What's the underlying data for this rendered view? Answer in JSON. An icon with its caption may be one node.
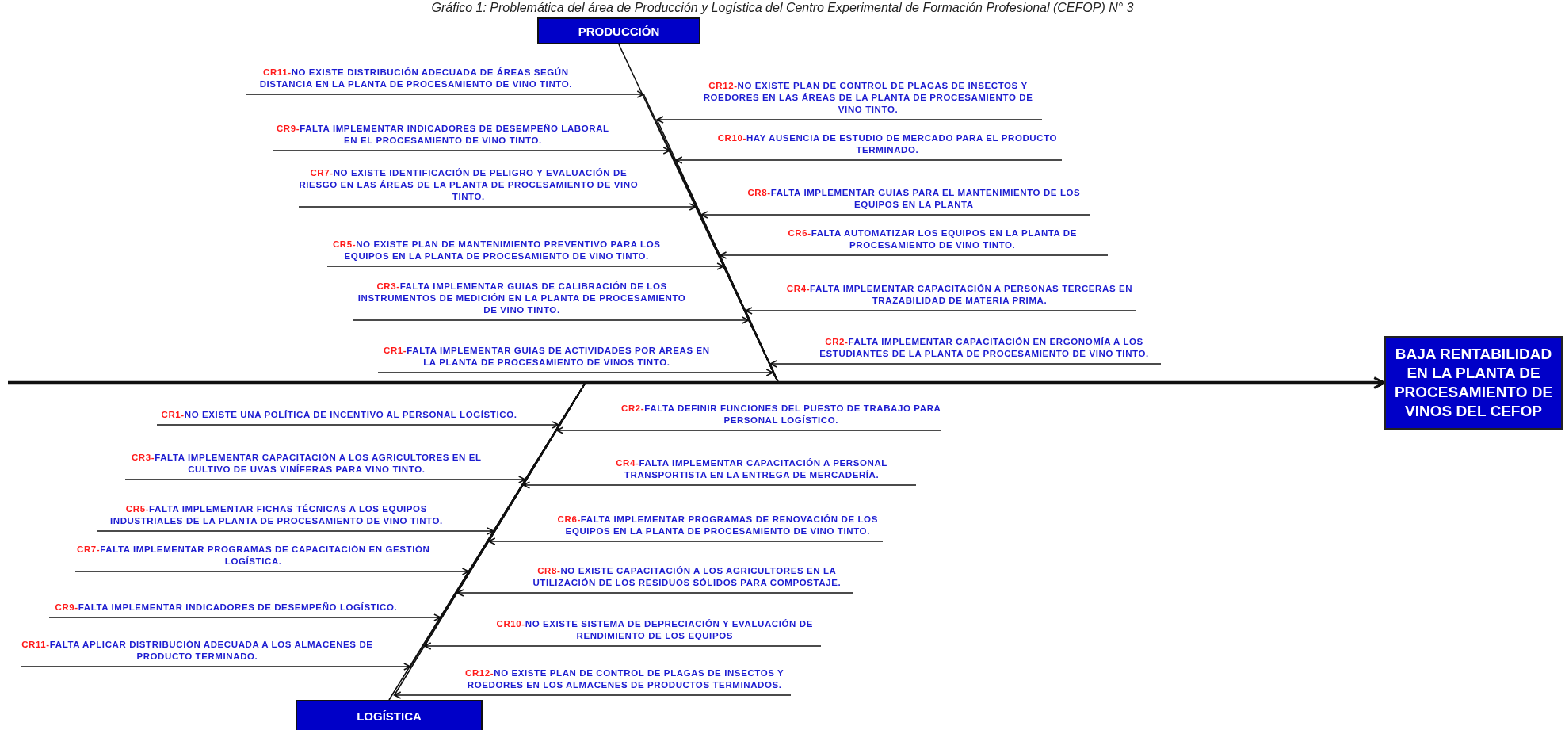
{
  "diagram": {
    "title": "Gráfico 1: Problemática del área de Producción y Logística del Centro Experimental de Formación Profesional (CEFOP) N° 3",
    "nodes": [
      {
        "text": [
          "PRODUCCIÓN"
        ]
      },
      {
        "text": [
          "CR11-NO EXISTE DISTRIBUCIÓN ADECUADA DE ÁREAS SEGÚN DISTANCIA EN LA PLANTA DE PROCESAMIENTO DE VINO TINTO."
        ]
      },
      {
        "text": [
          "CR9-FALTA IMPLEMENTAR INDICADORES DE DESEMPEÑO LABORAL EN EL PROCESAMIENTO DE VINO TINTO."
        ]
      },
      {
        "text": [
          "CR7-NO EXISTE IDENTIFICACIÓN DE PELIGRO Y EVALUACIÓN DE RIESGO EN LAS ÁREAS DE LA PLANTA DE PROCESAMIENTO DE VINO TINTO."
        ]
      },
      {
        "text": [
          "CR5-NO EXISTE PLAN DE MANTENIMIENTO PREVENTIVO PARA LOS EQUIPOS EN LA PLANTA DE PROCESAMIENTO DE VINO TINTO."
        ]
      },
      {
        "text": [
          "CR3-FALTA IMPLEMENTAR GUIAS DE CALIBRACIÓN DE LOS INSTRUMENTOS DE MEDICIÓN EN LA PLANTA DE PROCESAMIENTO DE VINO TINTO."
        ]
      },
      {
        "text": [
          "CR1-FALTA IMPLEMENTAR GUIAS DE ACTIVIDADES POR ÁREAS EN LA PLANTA DE PROCESAMIENTO DE VINOS TINTO."
        ]
      },
      {
        "text": [
          "CR12-NO EXISTE PLAN DE CONTROL DE PLAGAS DE INSECTOS Y ROEDORES EN LAS ÁREAS DE LA PLANTA DE PROCESAMIENTO DE VINO TINTO."
        ]
      },
      {
        "text": [
          "CR10-HAY AUSENCIA DE ESTUDIO DE MERCADO PARA EL PRODUCTO TERMINADO."
        ]
      },
      {
        "text": [
          "CR8-FALTA IMPLEMENTAR GUIAS PARA EL MANTENIMIENTO DE LOS EQUIPOS EN LA PLANTA"
        ]
      },
      {
        "text": [
          "CR6-FALTA AUTOMATIZAR LOS EQUIPOS EN LA PLANTA DE PROCESAMIENTO DE VINO TINTO."
        ]
      },
      {
        "text": [
          "CR4-FALTA IMPLEMENTAR CAPACITACIÓN A PERSONAS TERCERAS EN TRAZABILIDAD DE MATERIA PRIMA."
        ]
      },
      {
        "text": [
          "CR2-FALTA IMPLEMENTAR CAPACITACIÓN EN ERGONOMÍA A LOS ESTUDIANTES DE LA PLANTA DE PROCESAMIENTO DE VINO TINTO."
        ]
      },
      {
        "text": [
          "BAJA RENTABILIDAD EN LA PLANTA DE PROCESAMIENTO DE VINOS DEL CEFOP"
        ]
      },
      {
        "text": [
          "CR1-NO EXISTE UNA POLÍTICA DE INCENTIVO AL PERSONAL LOGÍSTICO."
        ]
      },
      {
        "text": [
          "CR3-FALTA IMPLEMENTAR CAPACITACIÓN A LOS AGRICULTORES EN EL CULTIVO DE UVAS VINÍFERAS PARA VINO TINTO."
        ]
      },
      {
        "text": [
          "CR5-FALTA IMPLEMENTAR FICHAS TÉCNICAS A LOS EQUIPOS INDUSTRIALES DE LA PLANTA DE PROCESAMIENTO DE VINO TINTO."
        ]
      },
      {
        "text": [
          "CR7-FALTA IMPLEMENTAR PROGRAMAS DE CAPACITACIÓN EN GESTIÓN LOGÍSTICA."
        ]
      },
      {
        "text": [
          "CR9-FALTA IMPLEMENTAR INDICADORES DE DESEMPEÑO LOGÍSTICO."
        ]
      },
      {
        "text": [
          "CR11-FALTA APLICAR DISTRIBUCIÓN ADECUADA A LOS ALMACENES DE PRODUCTO TERMINADO."
        ]
      },
      {
        "text": [
          "CR2-FALTA DEFINIR FUNCIONES DEL PUESTO DE TRABAJO PARA PERSONAL LOGÍSTICO."
        ]
      },
      {
        "text": [
          "CR4-FALTA IMPLEMENTAR CAPACITACIÓN A PERSONAL TRANSPORTISTA EN LA ENTREGA DE MERCADERÍA."
        ]
      },
      {
        "text": [
          "CR6-FALTA IMPLEMENTAR PROGRAMAS DE RENOVACIÓN DE LOS EQUIPOS EN LA PLANTA DE PROCESAMIENTO DE VINO TINTO."
        ]
      },
      {
        "text": [
          "CR8-NO EXISTE CAPACITACIÓN A LOS AGRICULTORES EN LA UTILIZACIÓN DE LOS RESIDUOS SÓLIDOS PARA COMPOSTAJE."
        ]
      },
      {
        "text": [
          "CR10-NO EXISTE SISTEMA DE DEPRECIACIÓN Y EVALUACIÓN DE RENDIMIENTO DE LOS EQUIPOS"
        ]
      },
      {
        "text": [
          "CR12-NO EXISTE PLAN DE CONTROL DE PLAGAS DE INSECTOS Y ROEDORES EN LOS ALMACENES DE PRODUCTOS TERMINADOS."
        ]
      },
      {
        "text": [
          "LOGÍSTICA"
        ]
      }
    ],
    "edges": [
      {
        "from": 0,
        "to": 13,
        "arrow": "to"
      },
      {
        "from": 26,
        "to": 13,
        "arrow": "to"
      },
      {
        "from": null,
        "to": 13,
        "arrow": "to"
      },
      {
        "from": 1,
        "to": 13,
        "arrow": "to"
      },
      {
        "from": 2,
        "to": 13,
        "arrow": "to"
      },
      {
        "from": 3,
        "to": 13,
        "arrow": "to"
      },
      {
        "from": 4,
        "to": 13,
        "arrow": "to"
      },
      {
        "from": 5,
        "to": 13,
        "arrow": "to"
      },
      {
        "from": 6,
        "to": 13,
        "arrow": "to"
      },
      {
        "from": 7,
        "to": 13,
        "arrow": "to"
      },
      {
        "from": 8,
        "to": 13,
        "arrow": "to"
      },
      {
        "from": 9,
        "to": 13,
        "arrow": "to"
      },
      {
        "from": 10,
        "to": 13,
        "arrow": "to"
      },
      {
        "from": 11,
        "to": 13,
        "arrow": "to"
      },
      {
        "from": 12,
        "to": 13,
        "arrow": "to"
      },
      {
        "from": 14,
        "to": 13,
        "arrow": "to"
      },
      {
        "from": 15,
        "to": 13,
        "arrow": "to"
      },
      {
        "from": 16,
        "to": 13,
        "arrow": "to"
      },
      {
        "from": 17,
        "to": 13,
        "arrow": "to"
      },
      {
        "from": 18,
        "to": 13,
        "arrow": "to"
      },
      {
        "from": 19,
        "to": 13,
        "arrow": "to"
      },
      {
        "from": 20,
        "to": 13,
        "arrow": "to"
      },
      {
        "from": 21,
        "to": 13,
        "arrow": "to"
      },
      {
        "from": 22,
        "to": 13,
        "arrow": "to"
      },
      {
        "from": 23,
        "to": 13,
        "arrow": "to"
      },
      {
        "from": 24,
        "to": 13,
        "arrow": "to"
      },
      {
        "from": 25,
        "to": 13,
        "arrow": "to"
      }
    ]
  }
}
